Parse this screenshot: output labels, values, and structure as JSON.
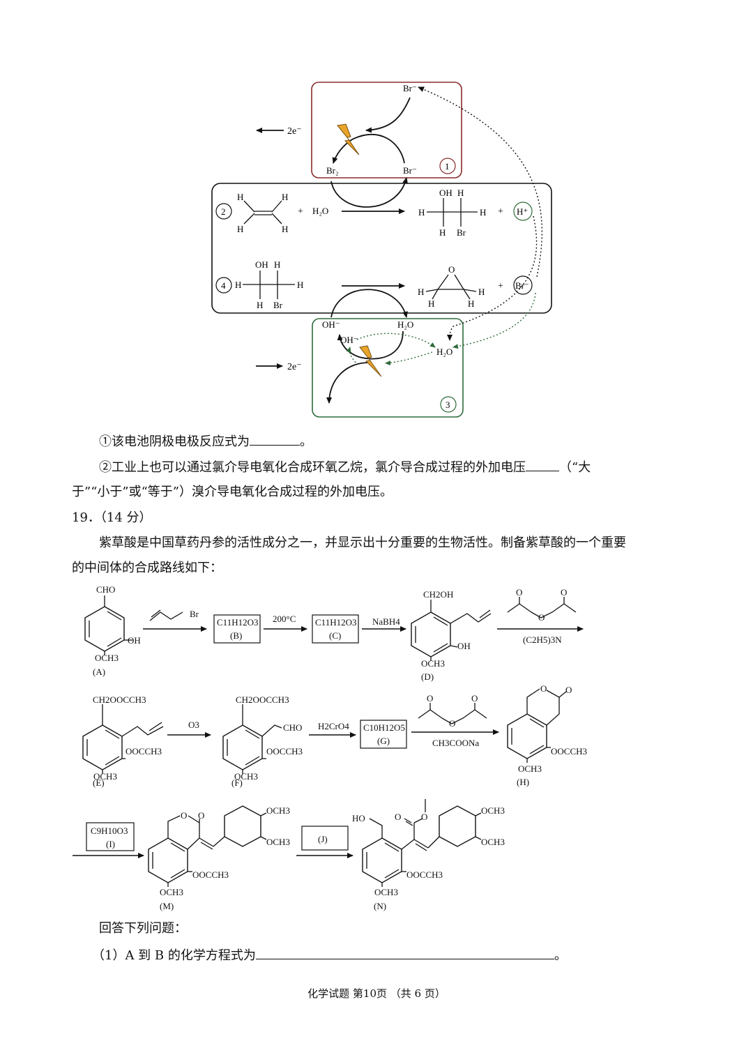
{
  "mechanism": {
    "electron_left": "2e⁻",
    "electron_right": "2e⁻",
    "box1": {
      "number": "1",
      "br_top": "Br⁻",
      "br2": "Br₂",
      "br_right": "Br⁻"
    },
    "row2": {
      "number": "2",
      "plus1": "+",
      "water": "H₂O",
      "plus2": "+",
      "proton": "H⁺"
    },
    "row4": {
      "number": "4",
      "plus": "+",
      "bromide": "Br⁻"
    },
    "box3": {
      "number": "3",
      "oh_outer": "OH⁻",
      "oh_inner": "OH⁻",
      "water_top": "H₂O",
      "water_right": "H₂O"
    },
    "atoms": {
      "H": "H",
      "OH": "OH",
      "Br": "Br",
      "O": "O"
    }
  },
  "questions": {
    "q18_1": "①该电池阴极电极反应式为",
    "q18_1_end": "。",
    "q18_2a": "②工业上也可以通过氯介导电氧化合成环氧乙烷，氯介导合成过程的外加电压",
    "q18_2b": "（“大",
    "q18_2c": "于”“小于”或“等于”）溴介导电氧化合成过程的外加电压。",
    "q19_title": "19．（14 分）",
    "q19_intro_1": "紫草酸是中国草药丹参的活性成分之一，并显示出十分重要的生物活性。制备紫草酸的一个重要",
    "q19_intro_2": "的中间体的合成路线如下：",
    "answer_prompt": "回答下列问题：",
    "q19_1": "（1）A 到 B 的化学方程式为",
    "q19_1_end": "。"
  },
  "synthesis": {
    "labels": {
      "A": "(A)",
      "B": "(B)",
      "C": "(C)",
      "D": "(D)",
      "E": "(E)",
      "F": "(F)",
      "G": "(G)",
      "H": "(H)",
      "I": "(I)",
      "J": "(J)",
      "M": "(M)",
      "N": "(N)"
    },
    "formulas": {
      "B": "C11H12O3",
      "C": "C11H12O3",
      "G": "C10H12O5",
      "I": "C9H10O3"
    },
    "reagents": {
      "r1": "Br",
      "r2": "200°C",
      "r3": "NaBH4",
      "r4": "(C2H5)3N",
      "r5": "O3",
      "r6": "H2CrO4",
      "r7": "CH3COONa"
    },
    "groups": {
      "CHO": "CHO",
      "OH": "OH",
      "OCH3": "OCH3",
      "CH2OH": "CH2OH",
      "CH2OOCCH3": "CH2OOCCH3",
      "OOCCH3": "OOCCH3",
      "O": "O",
      "HO": "HO"
    }
  },
  "footer": {
    "text": "化学试题 第10页 （共 6 页）"
  }
}
